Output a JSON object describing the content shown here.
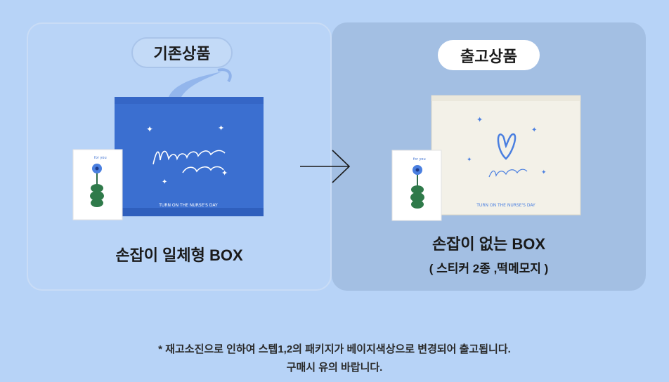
{
  "left": {
    "badge": "기존상품",
    "caption": "손잡이 일체형 BOX",
    "box_script": "Nurse with you",
    "box_tagline": "TURN ON THE NURSE'S DAY",
    "card_text": "for you"
  },
  "right": {
    "badge": "출고상품",
    "caption": "손잡이 없는 BOX",
    "sub_caption": "( 스티커 2종 ,떡메모지 )",
    "box_script": "Nurse with you",
    "box_tagline": "TURN ON THE NURSE'S DAY",
    "card_text": "for you"
  },
  "notice": {
    "line1": "* 재고소진으로 인하여 스텝1,2의 패키지가 베이지색상으로 변경되어 출고됩니다.",
    "line2": "구매시 유의 바랍니다."
  },
  "colors": {
    "background": "#b7d3f7",
    "right_panel": "#a3bfe3",
    "blue_box": "#3b6fd0",
    "beige_box": "#f3f1e8"
  }
}
